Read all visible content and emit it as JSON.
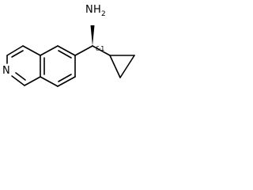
{
  "molecule": {
    "amine_group": {
      "element": "N",
      "hydrogens": "H",
      "count": "2"
    },
    "ring_nitrogen": "N",
    "stereo_label": "&1",
    "fragments": [
      "isoquinoline",
      "cyclopropyl",
      "methanamine"
    ]
  },
  "colors": {
    "bond": "#000000",
    "text": "#000000",
    "background": "#ffffff"
  }
}
